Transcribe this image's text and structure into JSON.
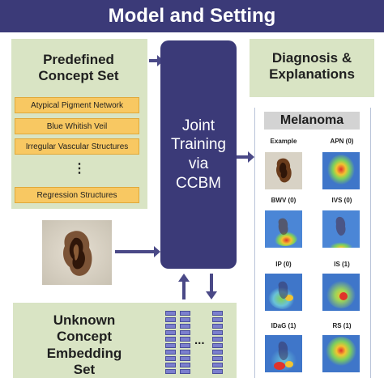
{
  "header": {
    "title": "Model and Setting"
  },
  "predefined": {
    "title": "Predefined Concept Set",
    "concepts": [
      "Atypical Pigment Network",
      "Blue Whitish Veil",
      "Irregular Vascular Structures",
      "Regression Structures"
    ],
    "ellipsis": "⋮"
  },
  "model": {
    "label_line1": "Joint",
    "label_line2": "Training",
    "label_line3": "via",
    "label_line4": "CCBM"
  },
  "unknown": {
    "title": "Unknown Concept Embedding Set",
    "ellipsis": "..."
  },
  "diagnosis": {
    "title": "Diagnosis & Explanations",
    "result": "Melanoma",
    "cells": [
      {
        "label": "Example"
      },
      {
        "label": "APN (0)"
      },
      {
        "label": "BWV (0)"
      },
      {
        "label": "IVS (0)"
      },
      {
        "label": "IP (0)"
      },
      {
        "label": "IS (1)"
      },
      {
        "label": "IDaG (1)"
      },
      {
        "label": "RS (1)"
      }
    ]
  },
  "colors": {
    "accent": "#3b3a78",
    "panel": "#d9e4c4",
    "concept": "#f8c862"
  }
}
